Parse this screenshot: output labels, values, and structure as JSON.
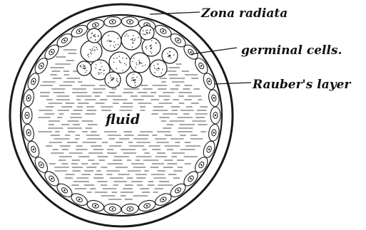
{
  "diagram": {
    "labels": {
      "zona_radiata": "Zona radiata",
      "germinal_cells": "germinal cells.",
      "raubers_layer": "Rauber's layer",
      "fluid": "fluid"
    },
    "colors": {
      "ink": "#1a1a1a",
      "paper": "#ffffff",
      "shade": "#cfcfcf"
    }
  }
}
